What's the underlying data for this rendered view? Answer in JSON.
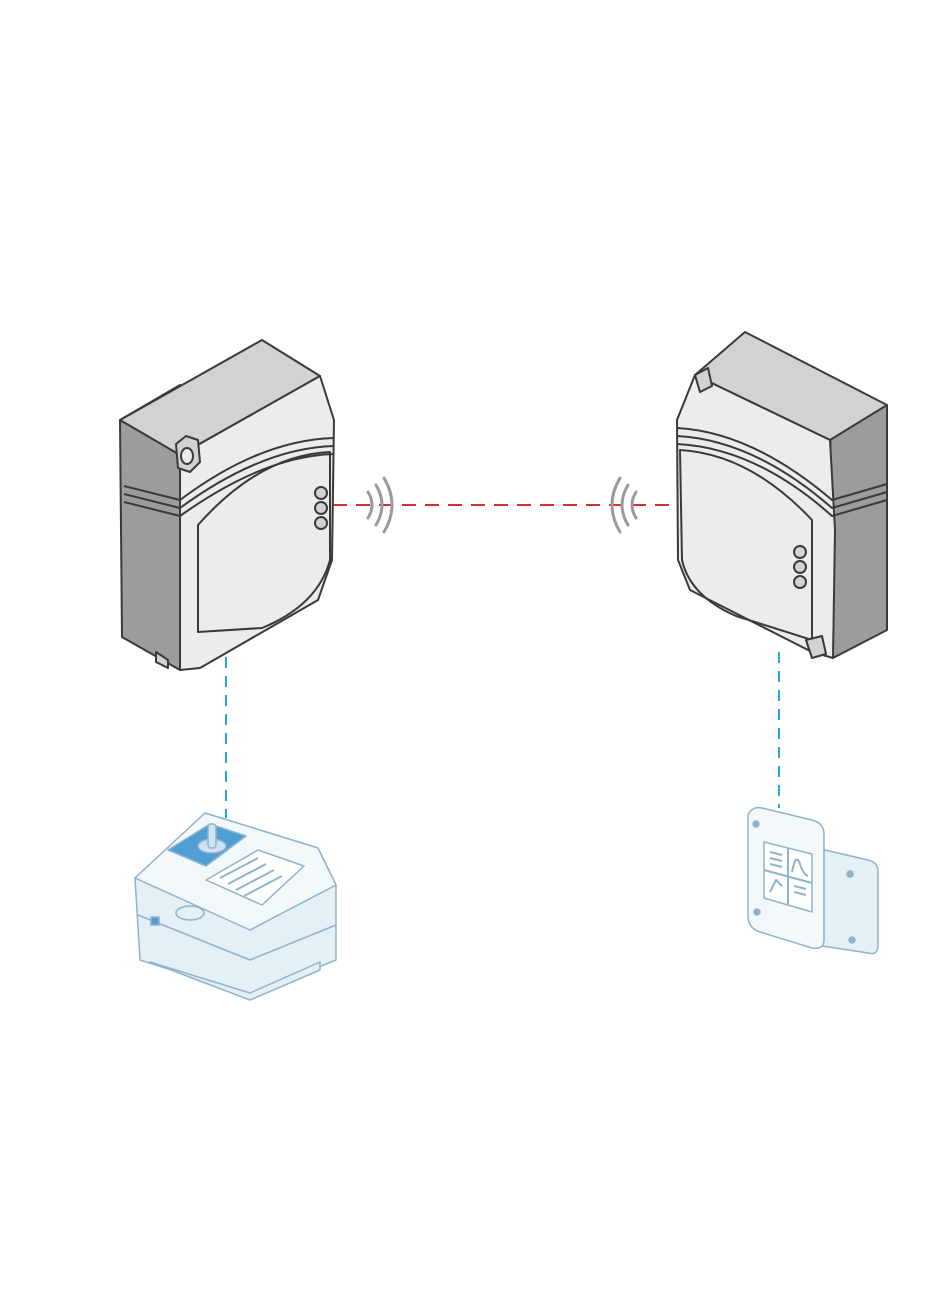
{
  "diagram": {
    "nodes": [
      {
        "id": "transmitter-left",
        "kind": "wireless-transmitter-enclosure",
        "icon": "wireless-module-icon"
      },
      {
        "id": "transmitter-right",
        "kind": "wireless-receiver-enclosure",
        "icon": "wireless-module-icon"
      },
      {
        "id": "photometer",
        "kind": "laboratory-photometer",
        "icon": "photometer-icon"
      },
      {
        "id": "controller",
        "kind": "wall-mounted-controller",
        "icon": "controller-display-icon"
      }
    ],
    "links": [
      {
        "from": "transmitter-left",
        "to": "transmitter-right",
        "type": "wireless"
      },
      {
        "from": "transmitter-left",
        "to": "photometer",
        "type": "wired"
      },
      {
        "from": "transmitter-right",
        "to": "controller",
        "type": "wired"
      }
    ],
    "colors": {
      "wireless_link": "#d62f2f",
      "wired_link": "#2aa6dc",
      "enclosure_front": "#ececec",
      "enclosure_side": "#9c9c9c",
      "enclosure_top": "#d2d2d2",
      "enclosure_outline": "#3a3a3a",
      "device_fill": "#e4eff6",
      "device_stroke": "#8fb4cb",
      "device_accent": "#4f9fd4",
      "signal_waves": "#9a9a9a"
    }
  }
}
